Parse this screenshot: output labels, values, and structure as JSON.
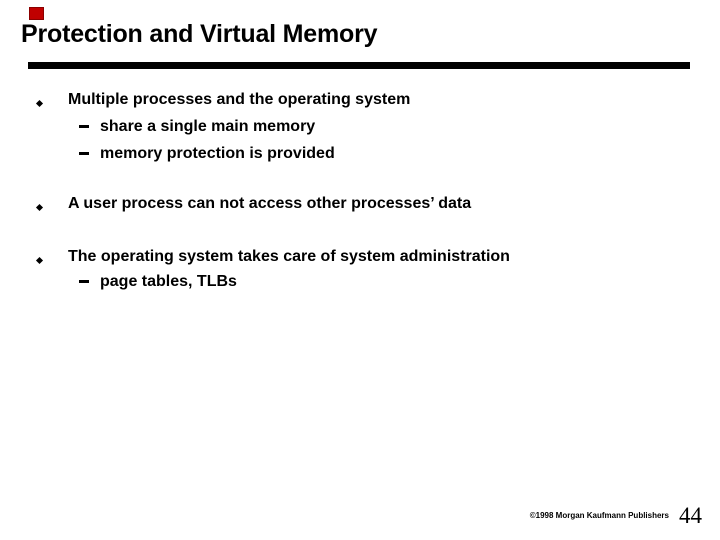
{
  "slide": {
    "title": "Protection and Virtual Memory",
    "bullets": [
      {
        "level": 1,
        "marker": "bullet-dot",
        "text": "Multiple processes and the operating system"
      },
      {
        "level": 2,
        "marker": "dash",
        "text": "share a single main memory"
      },
      {
        "level": 2,
        "marker": "dash",
        "text": "memory protection is provided"
      },
      {
        "level": 1,
        "marker": "bullet-dot",
        "text": "A user process can not access other processes’ data"
      },
      {
        "level": 1,
        "marker": "bullet-dot",
        "text": "The operating system takes care of system administration"
      },
      {
        "level": 2,
        "marker": "dash",
        "text": "page tables, TLBs"
      }
    ],
    "footer": {
      "copyright": "©1998 Morgan Kaufmann Publishers",
      "page_number": "44"
    },
    "colors": {
      "background": "#ffffff",
      "text": "#000000",
      "accent_red": "#c00000",
      "rule": "#000000"
    }
  }
}
